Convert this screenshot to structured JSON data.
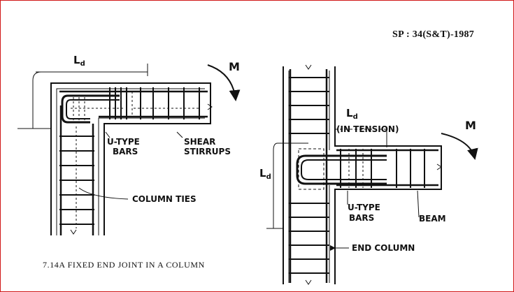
{
  "header": {
    "reference": "SP : 34(S&T)-1987"
  },
  "caption": "7.14A FIXED END JOINT IN A COLUMN",
  "left_detail": {
    "anchorage_label_main": "L",
    "anchorage_label_sub": "d",
    "moment_label": "M",
    "u_bars_line1": "U-TYPE",
    "u_bars_line2": "BARS",
    "shear_line1": "SHEAR",
    "shear_line2": "STIRRUPS",
    "column_ties": "COLUMN TIES"
  },
  "right_detail": {
    "anchorage_top_main": "L",
    "anchorage_top_sub": "d",
    "in_tension": "(IN TENSION)",
    "anchorage_side_main": "L",
    "anchorage_side_sub": "d",
    "moment_label": "M",
    "u_bars_line1": "U-TYPE",
    "u_bars_line2": "BARS",
    "beam": "BEAM",
    "end_column": "END COLUMN"
  }
}
